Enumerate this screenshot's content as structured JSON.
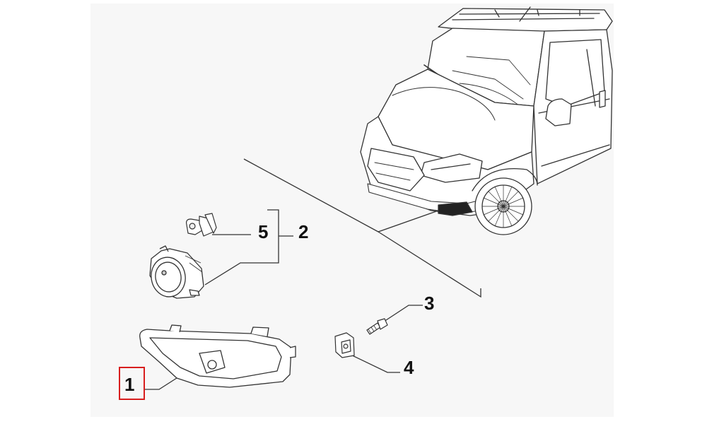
{
  "diagram": {
    "callouts": {
      "part1": "1",
      "part2": "2",
      "part3": "3",
      "part4": "4",
      "part5": "5"
    },
    "highlighted_callout": "1",
    "colors": {
      "highlight": "#d81e1e",
      "line": "#333333",
      "background": "#ffffff"
    }
  }
}
